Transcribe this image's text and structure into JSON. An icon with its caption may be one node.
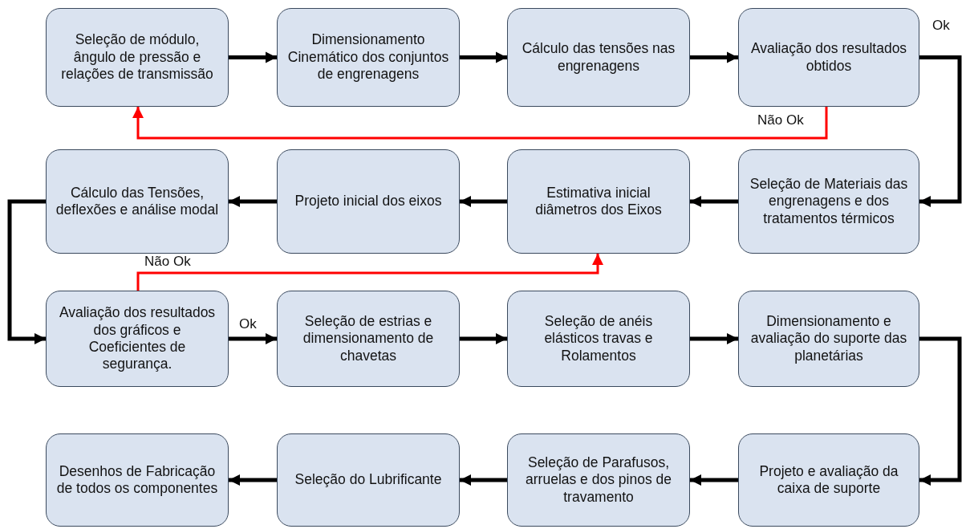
{
  "diagram": {
    "nodes": [
      {
        "text": [
          "Seleção de módulo, ângulo de pressão e relações de transmissão"
        ]
      },
      {
        "text": [
          "Dimensionamento Cinemático dos conjuntos de engrenagens"
        ]
      },
      {
        "text": [
          "Cálculo das tensões nas engrenagens"
        ]
      },
      {
        "text": [
          "Avaliação dos resultados obtidos"
        ]
      },
      {
        "text": [
          "Cálculo das Tensões, deflexões e análise modal"
        ]
      },
      {
        "text": [
          "Projeto inicial dos eixos"
        ]
      },
      {
        "text": [
          "Estimativa inicial diâmetros dos Eixos"
        ]
      },
      {
        "text": [
          "Seleção de Materiais das engrenagens e dos tratamentos térmicos"
        ]
      },
      {
        "text": [
          "Avaliação dos resultados dos gráficos e Coeficientes de segurança."
        ]
      },
      {
        "text": [
          "Seleção de estrias e dimensionamento de chavetas"
        ]
      },
      {
        "text": [
          "Seleção de anéis elásticos travas e Rolamentos"
        ]
      },
      {
        "text": [
          "Dimensionamento e avaliação do suporte das planetárias"
        ]
      },
      {
        "text": [
          "Desenhos de Fabricação de todos os componentes"
        ]
      },
      {
        "text": [
          "Seleção do Lubrificante"
        ]
      },
      {
        "text": [
          "Seleção de Parafusos, arruelas e dos pinos de travamento"
        ]
      },
      {
        "text": [
          "Projeto e avaliação da caixa de suporte"
        ]
      }
    ],
    "edges": [
      {
        "from": 0,
        "to": 1,
        "arrow": "to"
      },
      {
        "from": 1,
        "to": 2,
        "arrow": "to"
      },
      {
        "from": 2,
        "to": 3,
        "arrow": "to"
      },
      {
        "from": 3,
        "to": 7,
        "arrow": "to",
        "label": "Ok"
      },
      {
        "from": 3,
        "to": 0,
        "arrow": "to",
        "label": "Não Ok",
        "color": "#ff0000"
      },
      {
        "from": 7,
        "to": 6,
        "arrow": "to"
      },
      {
        "from": 6,
        "to": 5,
        "arrow": "to"
      },
      {
        "from": 5,
        "to": 4,
        "arrow": "to"
      },
      {
        "from": 4,
        "to": 8,
        "arrow": "to"
      },
      {
        "from": 8,
        "to": 6,
        "arrow": "to",
        "label": "Não Ok",
        "color": "#ff0000"
      },
      {
        "from": 8,
        "to": 9,
        "arrow": "to",
        "label": "Ok"
      },
      {
        "from": 9,
        "to": 10,
        "arrow": "to"
      },
      {
        "from": 10,
        "to": 11,
        "arrow": "to"
      },
      {
        "from": 11,
        "to": 15,
        "arrow": "to"
      },
      {
        "from": 15,
        "to": 14,
        "arrow": "to"
      },
      {
        "from": 14,
        "to": 13,
        "arrow": "to"
      },
      {
        "from": 13,
        "to": 12,
        "arrow": "to"
      }
    ]
  }
}
